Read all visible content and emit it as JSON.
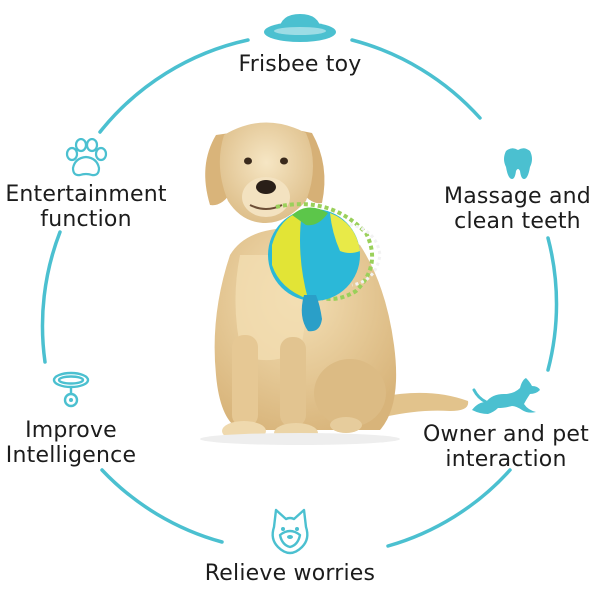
{
  "colors": {
    "accent": "#4bc0d0",
    "text": "#1c1c1c",
    "dog_fur": "#e8cc98",
    "ball_blue": "#2bb8d8",
    "ball_yellow": "#e2e436"
  },
  "features": {
    "top": {
      "lines": [
        "Frisbee toy"
      ],
      "icon": "frisbee-icon"
    },
    "left_top": {
      "lines": [
        "Entertainment",
        "function"
      ],
      "icon": "paw-icon"
    },
    "right_top": {
      "lines": [
        "Massage and",
        "clean teeth"
      ],
      "icon": "tooth-icon"
    },
    "left_bottom": {
      "lines": [
        "Improve",
        "Intelligence"
      ],
      "icon": "collar-icon"
    },
    "right_bottom": {
      "lines": [
        "Owner and pet",
        "interaction"
      ],
      "icon": "running-dog-icon"
    },
    "bottom": {
      "lines": [
        "Relieve worries"
      ],
      "icon": "shiba-face-icon"
    }
  }
}
